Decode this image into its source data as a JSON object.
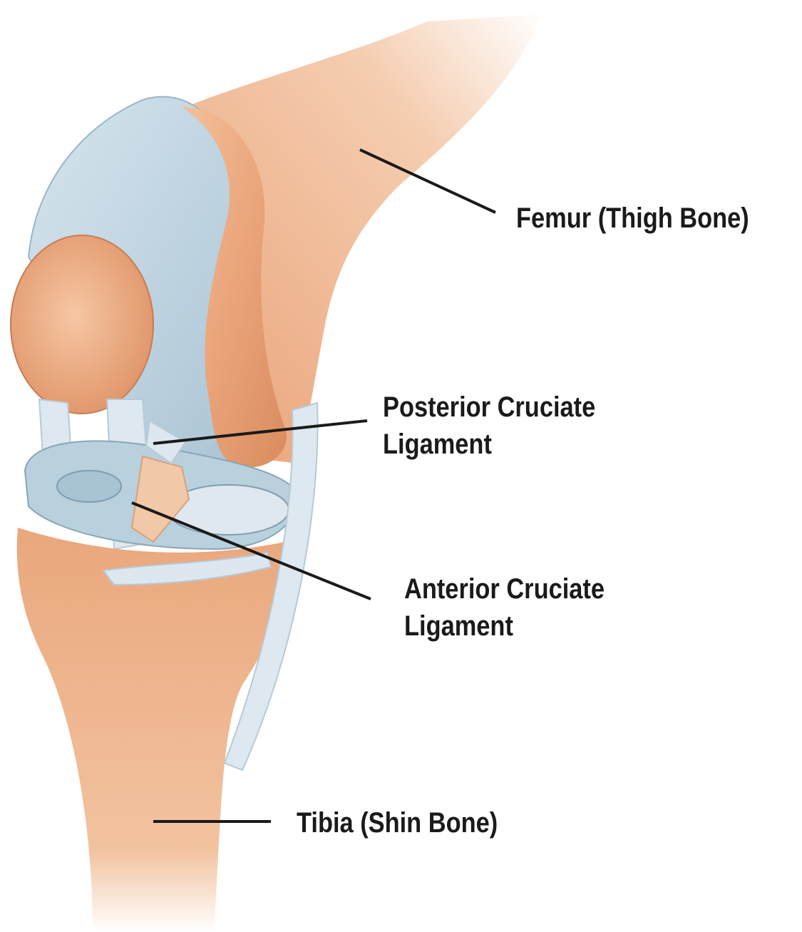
{
  "labels": {
    "femur": "Femur (Thigh Bone)",
    "pcl": {
      "line1": "Posterior Cruciate",
      "line2": "Ligament"
    },
    "acl": {
      "line1": "Anterior Cruciate",
      "line2": "Ligament"
    },
    "tibia": "Tibia (Shin Bone)"
  },
  "colors": {
    "bone": "#eaa77c",
    "bone_light": "#f6cfae",
    "cartilage": "#c8dbe6",
    "ligament": "#dde8f0",
    "leader_line": "#1a1a1a"
  }
}
